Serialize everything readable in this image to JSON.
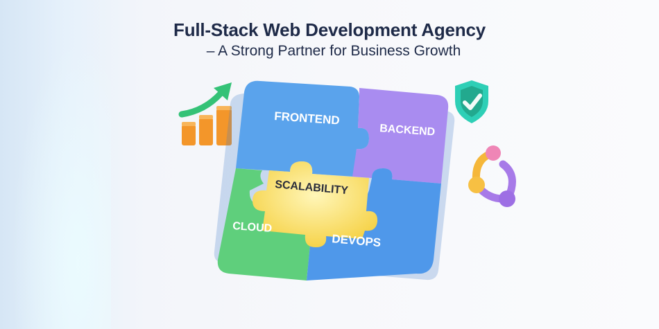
{
  "header": {
    "title": "Full-Stack Web Development Agency",
    "subtitle": "– A Strong Partner for Business Growth"
  },
  "puzzle": {
    "pieces": [
      {
        "label": "FRONTEND",
        "color": "#5aa3ec"
      },
      {
        "label": "BACKEND",
        "color": "#a98cf0"
      },
      {
        "label": "SCALABILITY",
        "color": "#fbd84a"
      },
      {
        "label": "CLOUD",
        "color": "#5fcf7c"
      },
      {
        "label": "DEVOPS",
        "color": "#4f98ea"
      }
    ]
  },
  "decorations": {
    "growth_chart_icon": "growth-chart-icon",
    "shield_icon": "shield-check-icon",
    "network_icon": "connected-nodes-icon"
  }
}
